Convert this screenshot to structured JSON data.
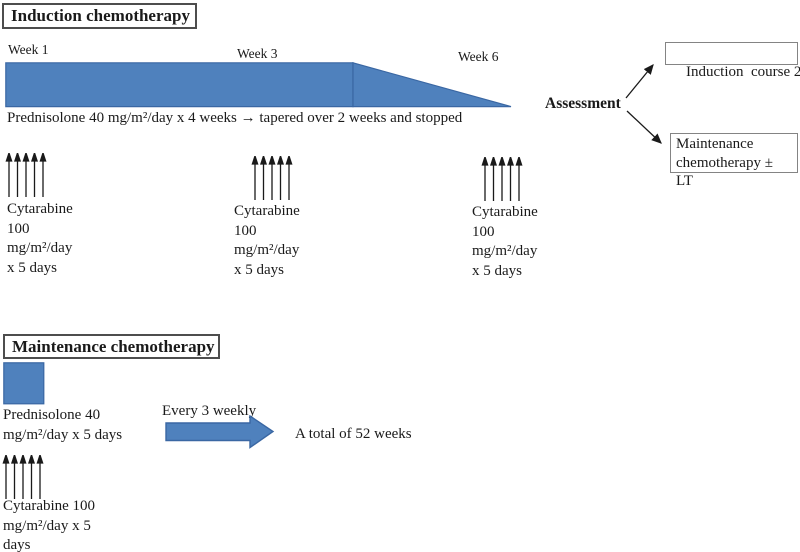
{
  "colors": {
    "bar_fill": "#4f81bd",
    "bar_stroke": "#3a67a3",
    "arrow_ink": "#1a1a1a"
  },
  "induction": {
    "title": "Induction chemotherapy",
    "week_labels": [
      "Week 1",
      "Week 3",
      "Week 6"
    ],
    "prednisolone_text": "Prednisolone 40 mg/m²/day x 4 weeks → tapered over 2 weeks and stopped",
    "cytarabine_groups": [
      {
        "lines": [
          "Cytarabine",
          "100",
          "mg/m²/day",
          "x 5 days"
        ]
      },
      {
        "lines": [
          "Cytarabine",
          "100",
          "mg/m²/day",
          "x 5 days"
        ]
      },
      {
        "lines": [
          "Cytarabine",
          "100",
          "mg/m²/day",
          "x 5 days"
        ]
      }
    ],
    "assessment_label": "Assessment",
    "outcome_boxes": [
      {
        "label": "Induction  course 2"
      },
      {
        "label": "Maintenance chemotherapy ± LT"
      }
    ]
  },
  "maintenance": {
    "title": "Maintenance chemotherapy",
    "prednisolone_lines": [
      "Prednisolone 40",
      "mg/m²/day x 5 days"
    ],
    "cycle_label": "Every 3 weekly",
    "duration_text": "A total of 52 weeks",
    "cytarabine_lines": [
      "Cytarabine 100",
      "mg/m²/day x 5",
      "days"
    ]
  }
}
